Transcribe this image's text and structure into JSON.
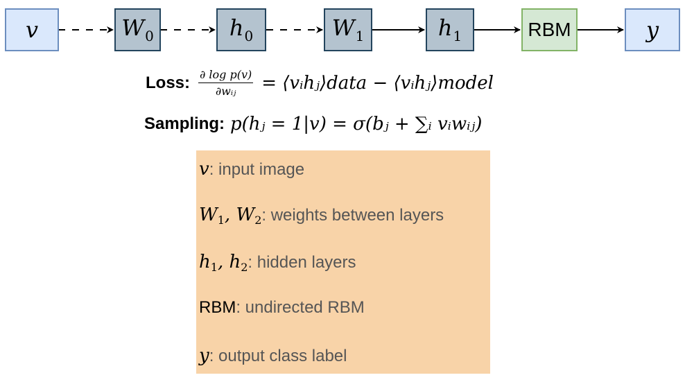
{
  "nodes": {
    "v": "v",
    "w0_base": "W",
    "w0_sub": "0",
    "h0_base": "h",
    "h0_sub": "0",
    "w1_base": "W",
    "w1_sub": "1",
    "h1_base": "h",
    "h1_sub": "1",
    "rbm": "RBM",
    "y": "y"
  },
  "colors": {
    "input_fill": "#dae8fc",
    "input_stroke": "#6c8ebf",
    "layer_fill": "#b4c3cf",
    "layer_stroke": "#23445d",
    "rbm_fill": "#d5e8d4",
    "rbm_stroke": "#82b366",
    "legend_fill": "#f8d3a8"
  },
  "loss": {
    "label": "Loss:",
    "frac_num": "∂ log p(v)",
    "frac_den": "∂wᵢⱼ",
    "rhs": "= ⟨vᵢhⱼ⟩data − ⟨vᵢhⱼ⟩model"
  },
  "sampling": {
    "label": "Sampling:",
    "expr": "p(hⱼ = 1|v) = σ(bⱼ + ∑ᵢ vᵢwᵢⱼ)"
  },
  "legend": {
    "v_sym": "v",
    "v_text": ": input image",
    "w_sym": "W",
    "w_text": ": weights between layers",
    "h_sym": "h",
    "h_text": ": hidden layers",
    "rbm_sym": "RBM",
    "rbm_text": ": undirected RBM",
    "y_sym": "y",
    "y_text": ": output class label"
  }
}
